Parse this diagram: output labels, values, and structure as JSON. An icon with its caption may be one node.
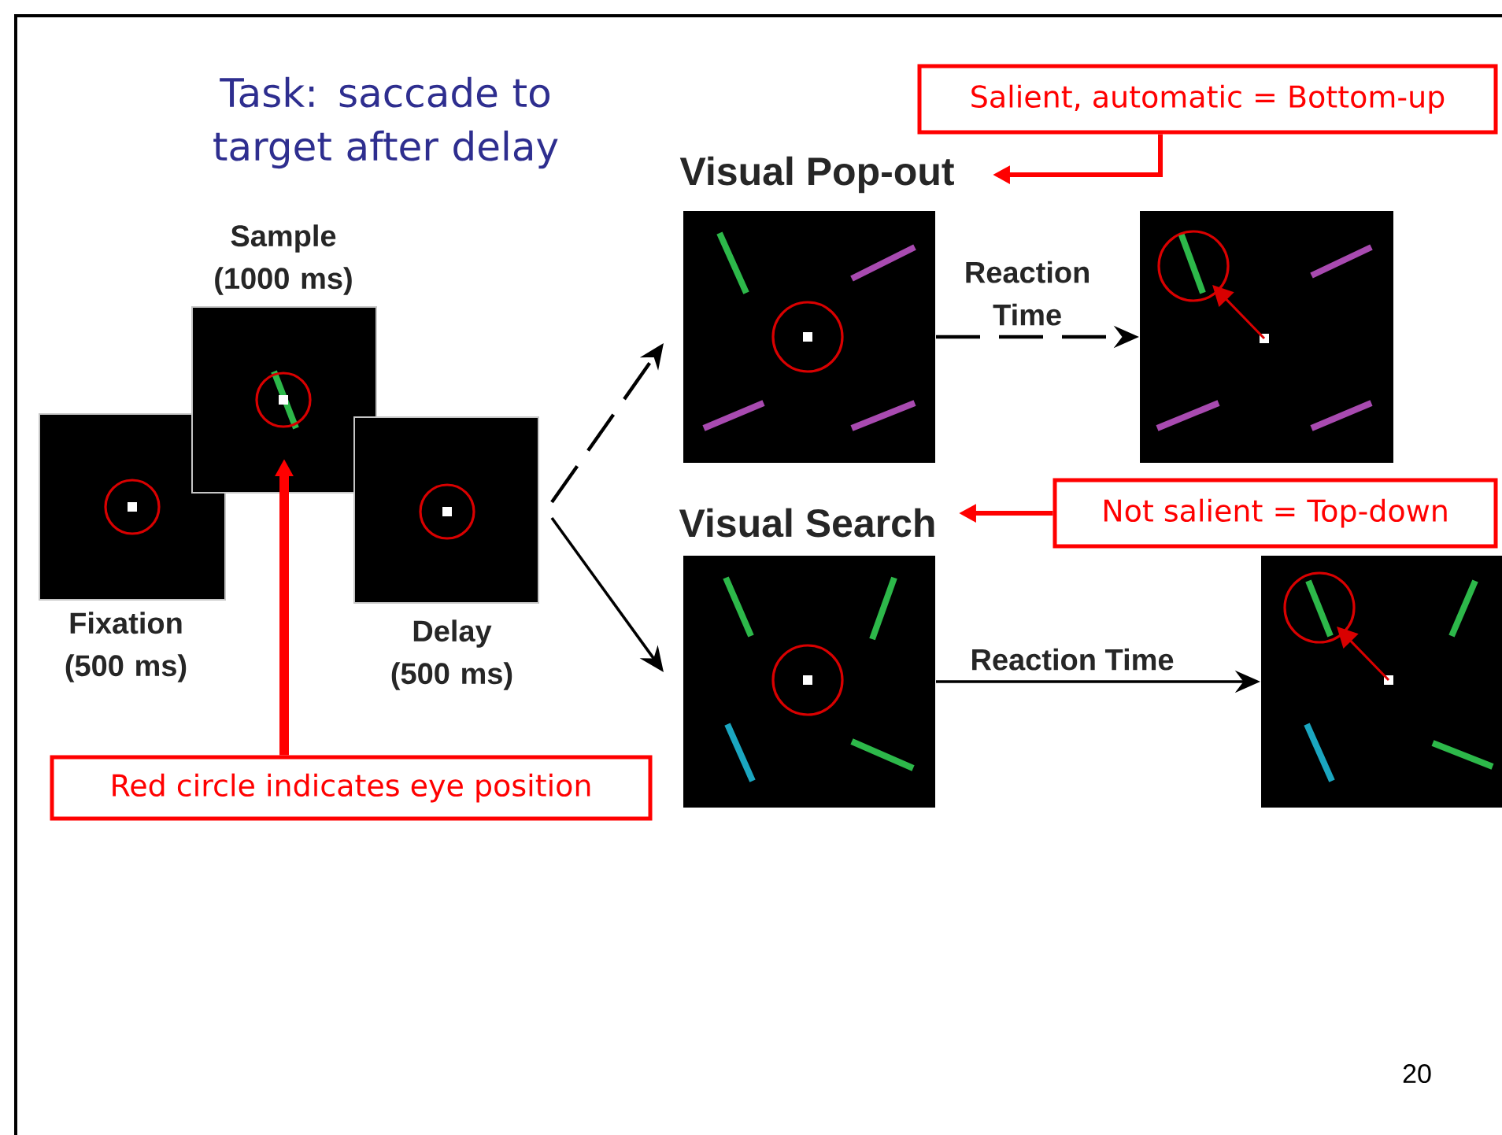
{
  "diagram": {
    "title": "Task: saccade to target after delay",
    "nodes": [
      {
        "text": [
          "Fixation (500 ms)"
        ]
      },
      {
        "text": [
          "Sample (1000 ms)"
        ]
      },
      {
        "text": [
          "Delay (500 ms)"
        ]
      },
      {
        "text": [
          "Visual Pop-out"
        ]
      },
      {
        "text": [],
        "shape": "box"
      },
      {
        "text": [],
        "shape": "box"
      },
      {
        "text": [
          "Visual Search"
        ]
      },
      {
        "text": [],
        "shape": "box"
      },
      {
        "text": [],
        "shape": "box"
      },
      {
        "text": [
          "Salient, automatic = Bottom-up"
        ]
      },
      {
        "text": [
          "Not salient = Top-down"
        ]
      },
      {
        "text": [
          "Red circle indicates eye position"
        ]
      }
    ],
    "edges": [
      {
        "from": 2,
        "to": 4,
        "arrow": "to",
        "style": "dashed"
      },
      {
        "from": 2,
        "to": 7,
        "arrow": "to"
      },
      {
        "from": 4,
        "to": 5,
        "arrow": "to",
        "style": "dashed",
        "label": "Reaction Time"
      },
      {
        "from": 7,
        "to": 8,
        "arrow": "to",
        "label": "Reaction Time"
      },
      {
        "from": 9,
        "to": 3,
        "arrow": "to",
        "color": "#ff0000"
      },
      {
        "from": 10,
        "to": 6,
        "arrow": "to",
        "color": "#ff0000"
      },
      {
        "from": 11,
        "to": 1,
        "arrow": "to",
        "style": "thick",
        "color": "#ff0000"
      }
    ],
    "labels": [
      "20"
    ]
  }
}
